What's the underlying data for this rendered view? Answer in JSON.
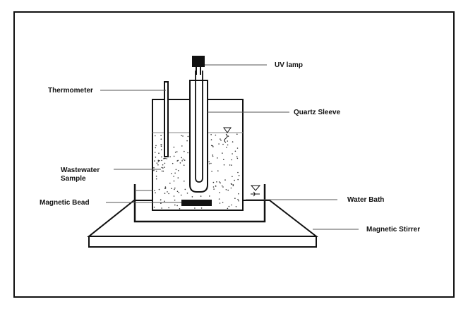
{
  "labels": {
    "uv_lamp": "UV lamp",
    "thermometer": "Thermometer",
    "quartz_sleeve": "Quartz Sleeve",
    "wastewater_line1": "Wastewater",
    "wastewater_line2": "Sample",
    "water_bath": "Water Bath",
    "magnetic_bead": "Magnetic Bead",
    "magnetic_stirrer": "Magnetic Stirrer"
  },
  "colors": {
    "stroke": "#111111",
    "background": "#ffffff"
  }
}
